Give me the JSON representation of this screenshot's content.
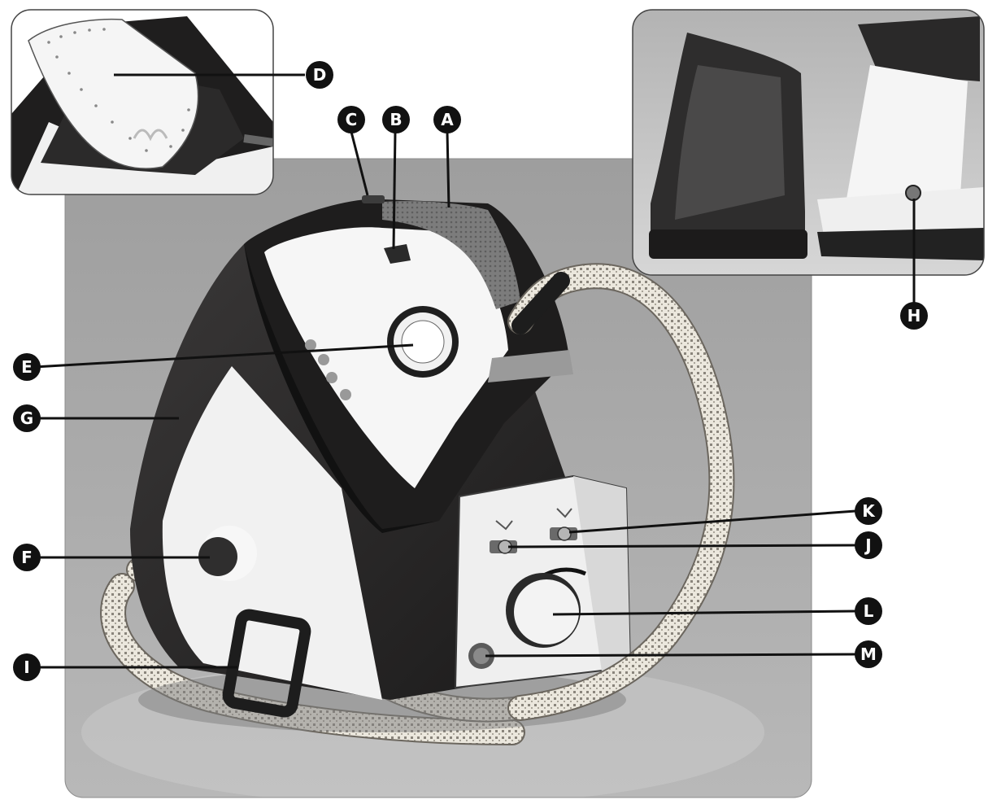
{
  "callouts": {
    "A": "A",
    "B": "B",
    "C": "C",
    "D": "D",
    "E": "E",
    "F": "F",
    "G": "G",
    "H": "H",
    "I": "I",
    "J": "J",
    "K": "K",
    "L": "L",
    "M": "M"
  },
  "colors": {
    "photo_background": "#a9a9a9",
    "inset_background": "#c4c4c4",
    "body_dark": "#2b2a2a",
    "body_light": "#f3f3f3",
    "hose": "#e6e2d8",
    "callout_fill": "#111111",
    "callout_text": "#ffffff",
    "leader_line": "#111111"
  }
}
